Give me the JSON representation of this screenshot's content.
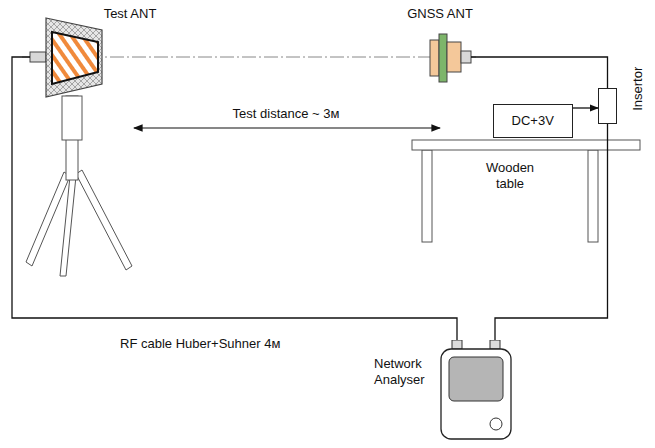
{
  "diagram": {
    "nodes": [
      {
        "text": [
          "DC+3V"
        ]
      },
      {
        "text": [
          "Insertor"
        ]
      },
      {
        "text": [
          "Network Analyser"
        ]
      }
    ],
    "edges": [
      {
        "from": 0,
        "to": 1,
        "arrow": "to"
      },
      {
        "from": 1,
        "to": 2,
        "arrow": "none"
      }
    ],
    "labels": [
      "Test ANT",
      "GNSS ANT",
      "Test distance ~ 3м",
      "Wooden table",
      "RF cable Huber+Suhner 4м"
    ]
  }
}
